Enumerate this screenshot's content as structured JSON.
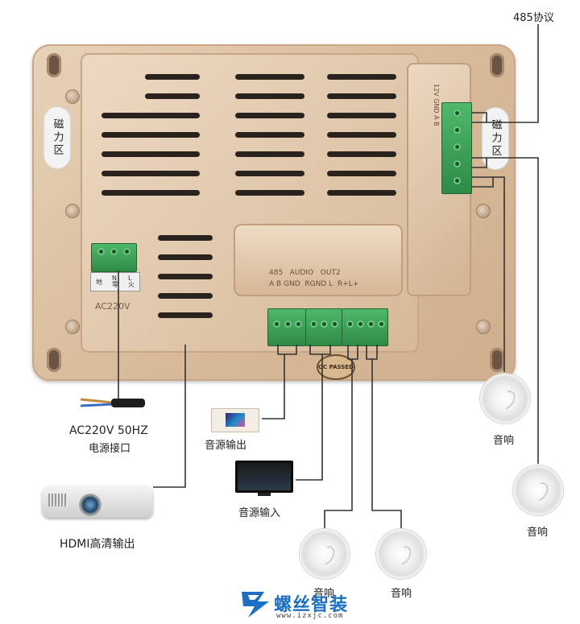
{
  "labels": {
    "rs485": "485协议",
    "magnetic_zone": "磁力区",
    "power_label": "AC220V 50HZ",
    "power_sub": "电源接口",
    "audio_out": "音源输出",
    "audio_in": "音源输入",
    "hdmi_out": "HDMI高清输出",
    "speaker": "音响"
  },
  "panel_text": {
    "ac": "AC220V",
    "term_left": [
      "地",
      "N\n零",
      "L\n火"
    ],
    "bottom_header": "485   AUDIO   OUT2",
    "bottom_sub": "A B GND  RGND L  R+L+",
    "right_terms": "12V GND A B"
  },
  "seal": "QC PASSED",
  "brand": {
    "name": "螺丝智装",
    "url": "www.izxjc.com"
  },
  "colors": {
    "panel": "#d9bd9d",
    "terminal": "#3aa255",
    "wire": "#333333",
    "brand": "#1a6fc4"
  }
}
